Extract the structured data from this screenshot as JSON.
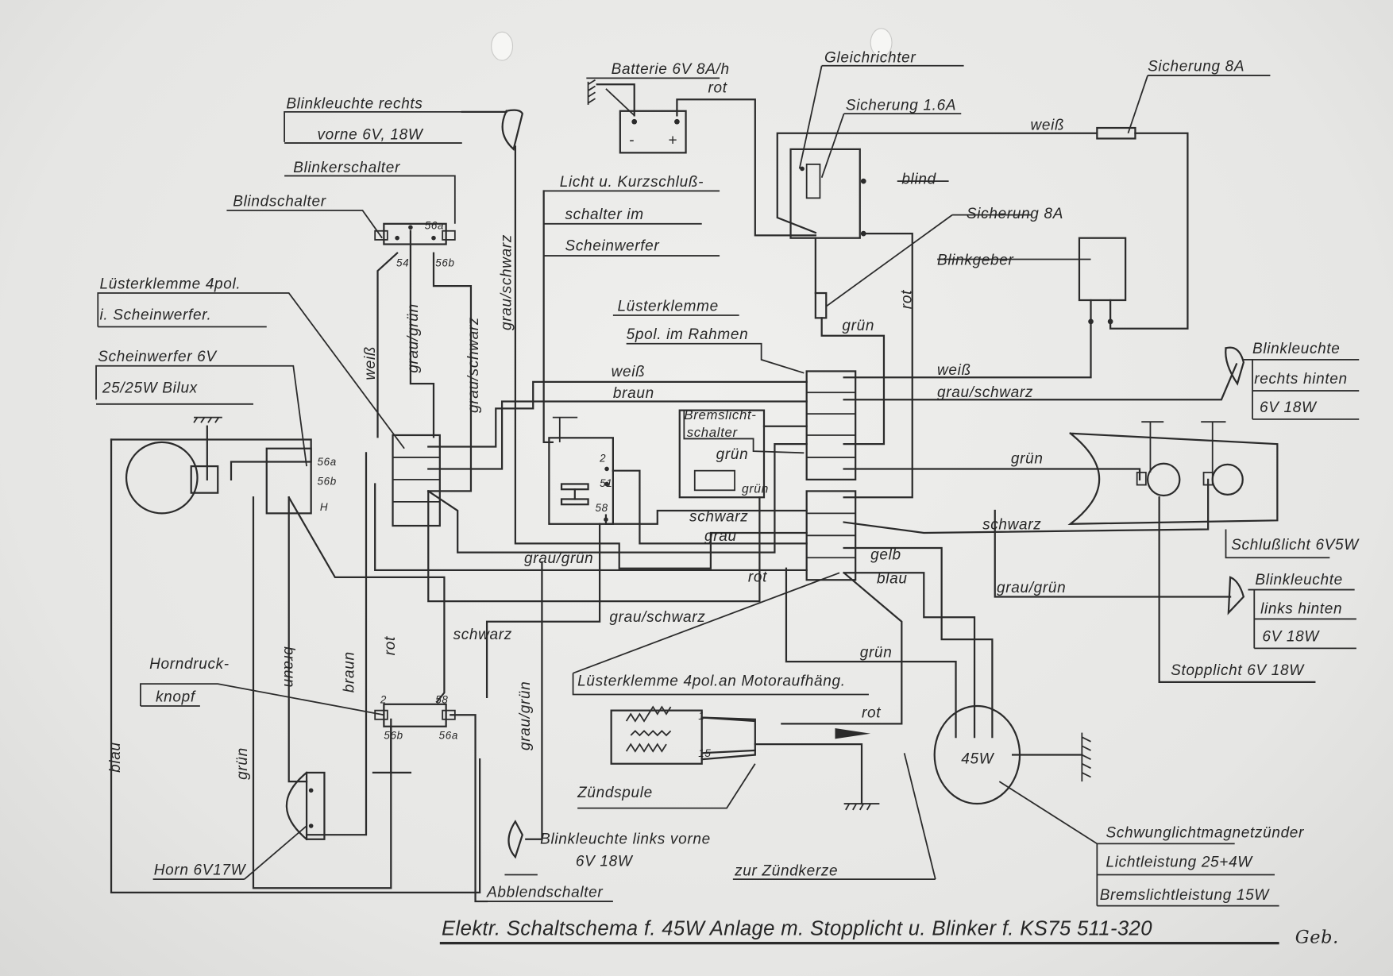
{
  "title": "Elektr. Schaltschema f. 45W Anlage m. Stopplicht u. Blinker f. KS75 511-320",
  "signature": "Geb.",
  "colors": {
    "paper": "#e8e8e6",
    "ink": "#2b2b2b"
  },
  "components": {
    "blinker_front_right": {
      "line1": "Blinkleuchte rechts",
      "line2": "vorne 6V, 18W"
    },
    "blinker_switch": {
      "label": "Blinkerschalter",
      "pins": [
        "56a",
        "54",
        "56b"
      ]
    },
    "blind_switch": {
      "label": "Blindschalter"
    },
    "terminal_4pol_headlight": {
      "line1": "Lüsterklemme 4pol.",
      "line2": "i. Scheinwerfer."
    },
    "headlight": {
      "line1": "Scheinwerfer 6V",
      "line2": "25/25W Bilux",
      "pins": [
        "56a",
        "56b",
        "H"
      ]
    },
    "battery": {
      "label": "Batterie 6V 8A/h",
      "minus": "-",
      "plus": "+"
    },
    "rectifier": {
      "label": "Gleichrichter"
    },
    "fuse_1_6": {
      "label": "Sicherung 1.6A"
    },
    "fuse_8_top": {
      "label": "Sicherung 8A"
    },
    "fuse_8_mid": {
      "label": "Sicherung 8A"
    },
    "blind": {
      "label": "blind"
    },
    "flasher_unit": {
      "label": "Blinkgeber"
    },
    "light_switch": {
      "line1": "Licht u. Kurzschluß-",
      "line2": "schalter im",
      "line3": "Scheinwerfer",
      "pins": [
        "2",
        "51",
        "58"
      ]
    },
    "terminal_5pol_frame": {
      "line1": "Lüsterklemme",
      "line2": "5pol. im Rahmen"
    },
    "brake_switch": {
      "line1": "Bremslicht-",
      "line2": "schalter"
    },
    "horn_button": {
      "line1": "Horndruck-",
      "line2": "knopf"
    },
    "dimmer_switch": {
      "label": "Abblendschalter",
      "pins": [
        "2",
        "58",
        "56b",
        "56a"
      ]
    },
    "horn": {
      "label": "Horn 6V17W"
    },
    "terminal_4pol_engine": {
      "label": "Lüsterklemme 4pol.an Motoraufhäng."
    },
    "ignition_coil": {
      "label": "Zündspule",
      "pins": [
        "1",
        "15"
      ]
    },
    "spark_plug": {
      "label": "zur Zündkerze"
    },
    "blinker_front_left": {
      "line1": "Blinkleuchte links vorne",
      "line2": "6V 18W"
    },
    "magneto": {
      "inner": "45W",
      "line1": "Schwunglichtmagnetzünder",
      "line2": "Lichtleistung 25+4W",
      "line3": "Bremslichtleistung 15W"
    },
    "blinker_rear_right": {
      "line1": "Blinkleuchte",
      "line2": "rechts hinten",
      "line3": "6V 18W"
    },
    "tail_light": {
      "label": "Schlußlicht 6V5W"
    },
    "blinker_rear_left": {
      "line1": "Blinkleuchte",
      "line2": "links hinten",
      "line3": "6V 18W"
    },
    "stop_light": {
      "label": "Stopplicht 6V 18W"
    }
  },
  "wire_labels": {
    "rot_battery": "rot",
    "weiss_top": "weiß",
    "rot_vertical": "rot",
    "gruen_fuse": "grün",
    "weiss_center": "weiß",
    "braun_center": "braun",
    "weiss_right": "weiß",
    "grau_schwarz_right": "grau/schwarz",
    "gruen_brake1": "grün",
    "gruen_brake2": "grün",
    "gruen_rear": "grün",
    "schwarz_center": "schwarz",
    "grau_center": "grau",
    "schwarz_rear": "schwarz",
    "grau_gruen_center": "grau/grün",
    "rot_center": "rot",
    "gelb": "gelb",
    "blau_center": "blau",
    "grau_gruen_rear": "grau/grün",
    "grau_schwarz_low": "grau/schwarz",
    "schwarz_low": "schwarz",
    "gruen_magneto": "grün",
    "rot_coil": "rot",
    "weiss_vertical": "weiß",
    "grau_gruen_vertical": "grau/grün",
    "grau_schwarz_vertical": "grau/schwarz",
    "grau_schwarz_vertical2": "grau/schwarz",
    "braun_left": "braun",
    "braun_mid": "braun",
    "rot_left": "rot",
    "blau_left": "blau",
    "gruen_left": "grün",
    "grau_gruen_vertical_low": "grau/grün"
  }
}
